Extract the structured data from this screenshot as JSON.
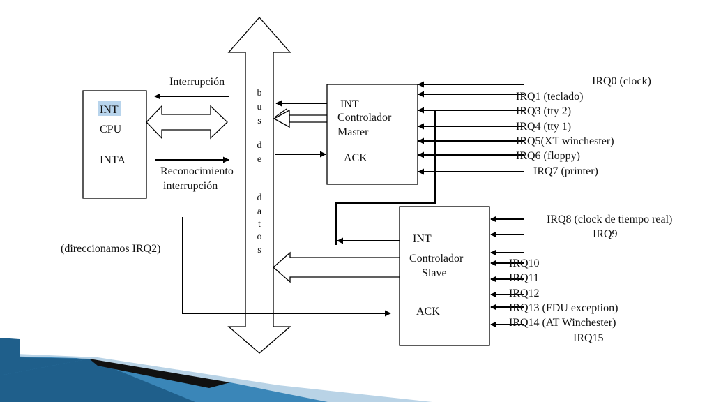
{
  "cpu": {
    "int": "INT",
    "cpu": "CPU",
    "inta": "INTA"
  },
  "labels": {
    "interrupcion": "Interrupción",
    "reconocimiento_1": "Reconocimiento",
    "reconocimiento_2": "interrupción",
    "direccionamos": "(direccionamos IRQ2)"
  },
  "bus": {
    "letters": [
      "b",
      "u",
      "s",
      "d",
      "e",
      "d",
      "a",
      "t",
      "o",
      "s"
    ]
  },
  "master": {
    "int": "INT",
    "title_1": "Controlador",
    "title_2": "Master",
    "ack": "ACK",
    "irqs": [
      "IRQ0 (clock)",
      "IRQ1 (teclado)",
      "IRQ3 (tty 2)",
      "IRQ4 (tty 1)",
      "IRQ5(XT winchester)",
      "IRQ6 (floppy)",
      "IRQ7 (printer)"
    ]
  },
  "slave": {
    "int": "INT",
    "title_1": "Controlador",
    "title_2": "Slave",
    "ack": "ACK",
    "irqs": [
      "IRQ8 (clock de tiempo real)",
      "IRQ9",
      "IRQ10",
      "IRQ11",
      "IRQ12",
      "IRQ13 (FDU exception)",
      "IRQ14 (AT Winchester)",
      "IRQ15"
    ]
  },
  "colors": {
    "highlight": "#b8d4ec",
    "ribbon_dark": "#1f5f8b",
    "ribbon_mid": "#3a86b8",
    "ribbon_light": "#b9d3e6"
  }
}
